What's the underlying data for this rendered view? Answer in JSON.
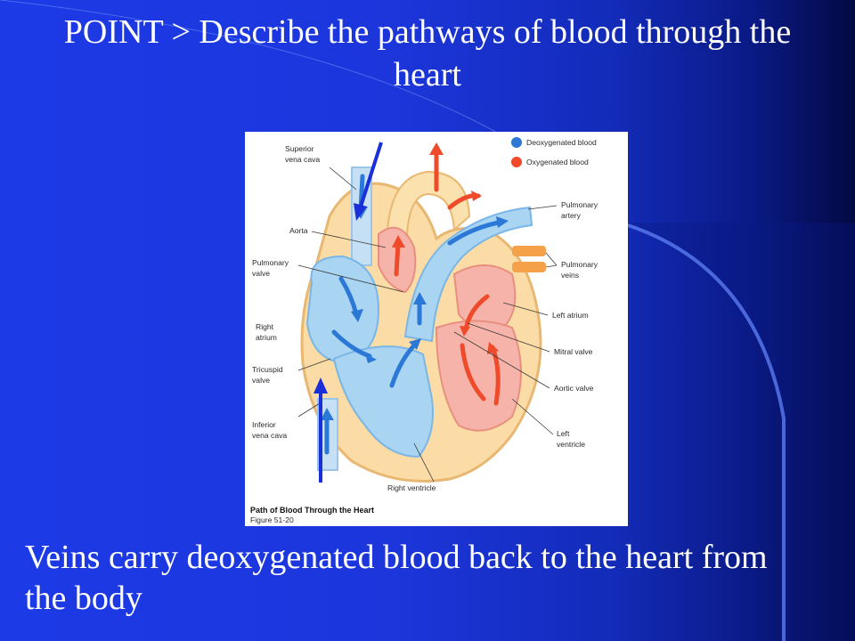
{
  "slide": {
    "title": "POINT > Describe the pathways of blood through the heart",
    "caption": "Veins carry deoxygenated blood back to the heart from the body"
  },
  "figure": {
    "legend": [
      {
        "label": "Deoxygenated blood",
        "color": "#2b78d6"
      },
      {
        "label": "Oxygenated blood",
        "color": "#ef4a2a"
      }
    ],
    "labels": {
      "superior_vena_cava_1": "Superior",
      "superior_vena_cava_2": "vena cava",
      "aorta": "Aorta",
      "pulmonary_valve_1": "Pulmonary",
      "pulmonary_valve_2": "valve",
      "right_atrium_1": "Right",
      "right_atrium_2": "atrium",
      "tricuspid_valve_1": "Tricuspid",
      "tricuspid_valve_2": "valve",
      "inferior_vena_cava_1": "Inferior",
      "inferior_vena_cava_2": "vena cava",
      "pulmonary_artery_1": "Pulmonary",
      "pulmonary_artery_2": "artery",
      "pulmonary_veins_1": "Pulmonary",
      "pulmonary_veins_2": "veins",
      "left_atrium": "Left atrium",
      "mitral_valve": "Mitral valve",
      "aortic_valve": "Aortic valve",
      "left_ventricle_1": "Left",
      "left_ventricle_2": "ventricle",
      "right_ventricle": "Right ventricle"
    },
    "caption_1": "Path of Blood Through the Heart",
    "caption_2": "Figure 51-20"
  },
  "colors": {
    "deoxygenated": "#2b78d6",
    "oxygenated": "#ef4a2a",
    "annotation_arrow": "#1a2fd8"
  }
}
